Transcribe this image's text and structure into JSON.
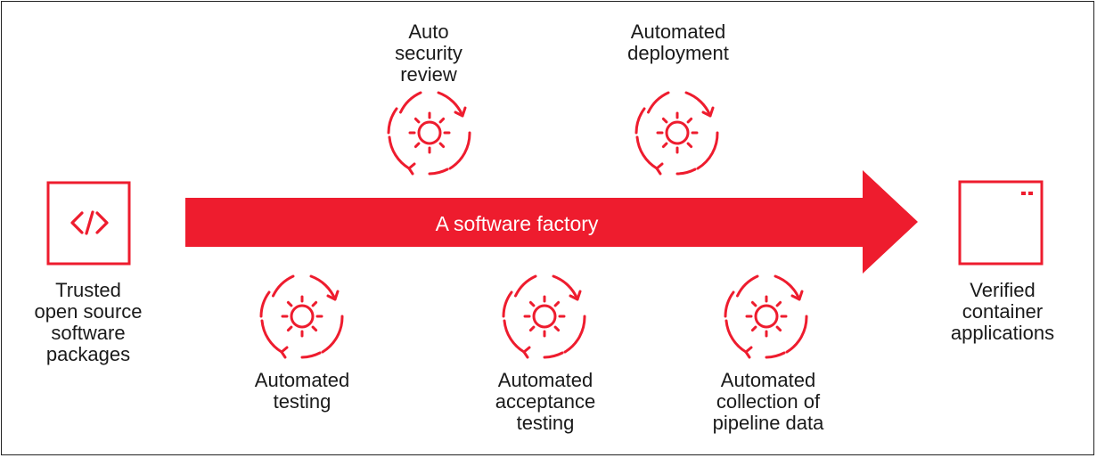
{
  "colors": {
    "accent": "#ee1c2e",
    "text": "#1a1a1a",
    "on_accent": "#ffffff"
  },
  "arrow": {
    "label": "A software factory"
  },
  "source": {
    "icon": "code-icon",
    "lines": [
      "Trusted",
      "open source",
      "software",
      "packages"
    ]
  },
  "target": {
    "icon": "application-window-icon",
    "lines": [
      "Verified",
      "container",
      "applications"
    ]
  },
  "steps_top": [
    {
      "icon": "cycle-gear-icon",
      "lines": [
        "Auto",
        "security",
        "review"
      ]
    },
    {
      "icon": "cycle-gear-icon",
      "lines": [
        "Automated",
        "deployment"
      ]
    }
  ],
  "steps_bottom": [
    {
      "icon": "cycle-gear-icon",
      "lines": [
        "Automated",
        "testing"
      ]
    },
    {
      "icon": "cycle-gear-icon",
      "lines": [
        "Automated",
        "acceptance",
        "testing"
      ]
    },
    {
      "icon": "cycle-gear-icon",
      "lines": [
        "Automated",
        "collection of",
        "pipeline data"
      ]
    }
  ]
}
